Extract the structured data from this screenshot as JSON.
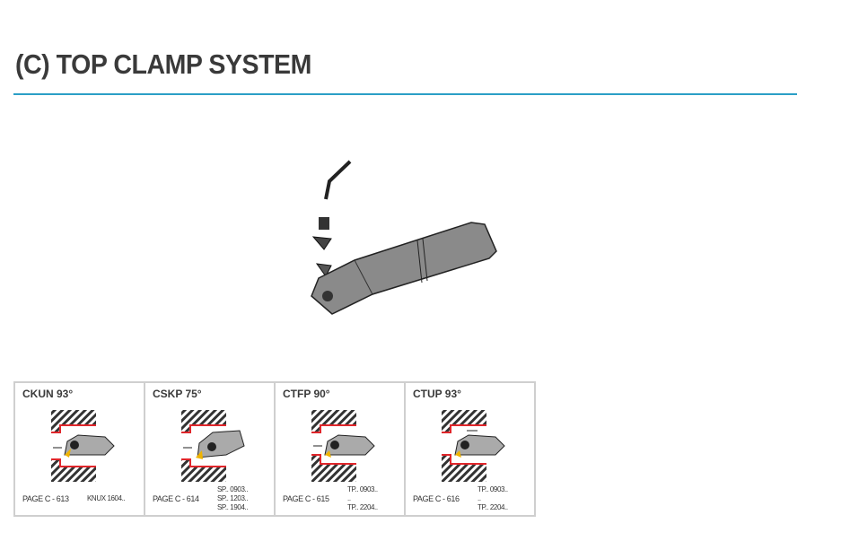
{
  "header": {
    "title": "(C) TOP CLAMP SYSTEM"
  },
  "colors": {
    "accent": "#2b9fc6",
    "red": "#e0262b",
    "insert": "#f0b400"
  },
  "cards": [
    {
      "name": "CKUN 93°",
      "page": "PAGE C - 613",
      "inserts": [
        "KNUX 1604.."
      ]
    },
    {
      "name": "CSKP 75°",
      "page": "PAGE C - 614",
      "inserts": [
        "SP.. 0903..",
        "SP.. 1203..",
        "SP.. 1904.."
      ]
    },
    {
      "name": "CTFP 90°",
      "page": "PAGE C - 615",
      "inserts": [
        "TP.. 0903..",
        "..",
        "TP.. 2204.."
      ]
    },
    {
      "name": "CTUP 93°",
      "page": "PAGE C - 616",
      "inserts": [
        "TP.. 0903..",
        "..",
        "TP.. 2204.."
      ]
    }
  ]
}
